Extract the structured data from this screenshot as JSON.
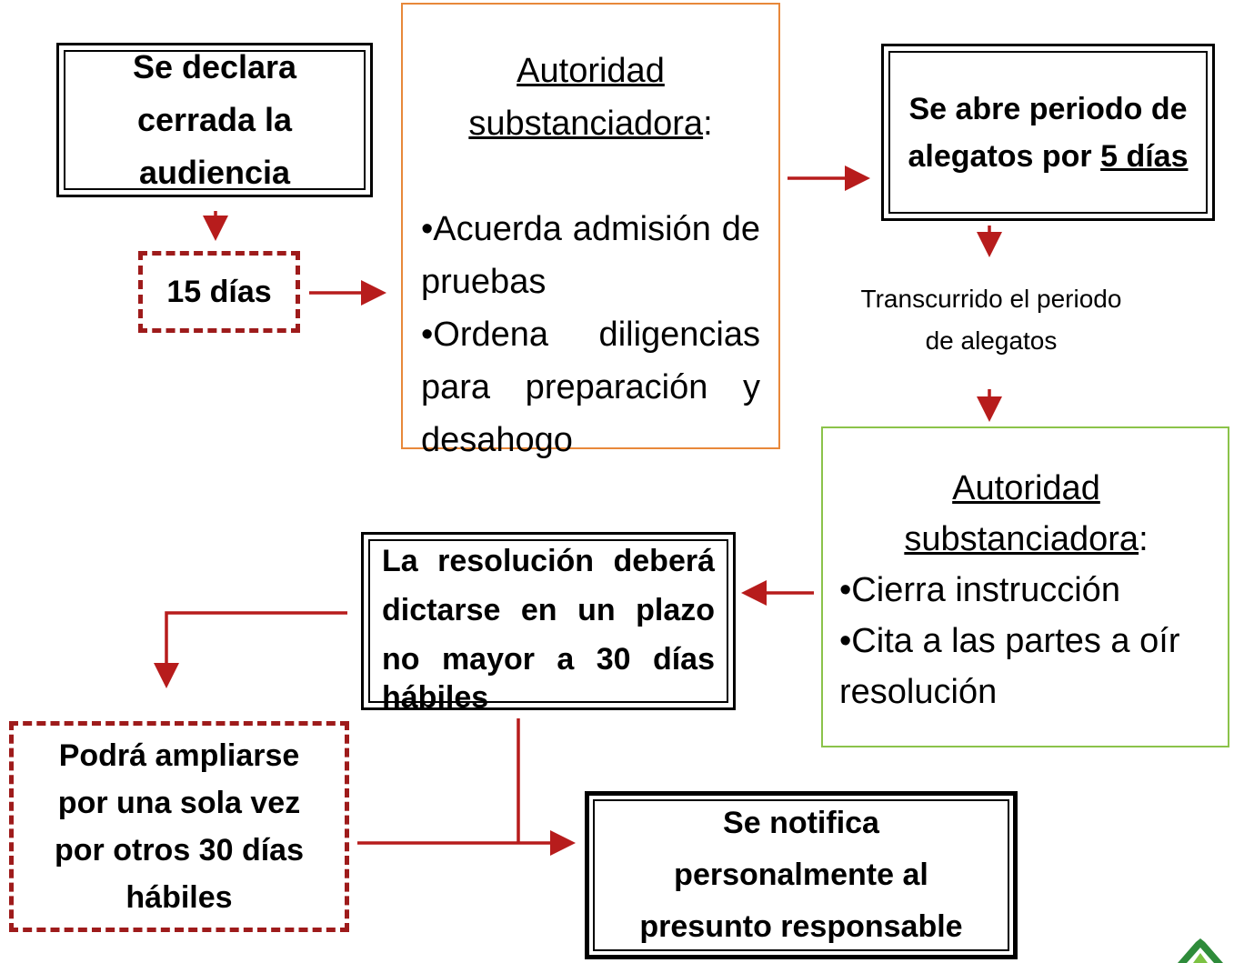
{
  "nodes": {
    "closed": "Se declara cerrada la audiencia",
    "days": "15 días",
    "auth1": {
      "heading": "Autoridad substanciadora",
      "colon": ":",
      "items": [
        "•Acuerda admisión de pruebas",
        "•Ordena diligencias para preparación y desahogo"
      ]
    },
    "alegatos": {
      "text": "Se abre periodo de alegatos por ",
      "highlight": "5 días"
    },
    "transcurrido": "Transcurrido el periodo de alegatos",
    "auth2": {
      "heading": "Autoridad substanciadora",
      "colon": ":",
      "items": [
        "•Cierra instrucción",
        "•Cita a las partes a oír resolución"
      ]
    },
    "resolucion": {
      "lines": [
        "La resolución deberá",
        "dictarse en un plazo",
        "no mayor a 30 días",
        "hábiles"
      ]
    },
    "ampliar": "Podrá ampliarse por una sola vez por otros 30 días hábiles",
    "notifica": "Se notifica personalmente al presunto responsable"
  },
  "colors": {
    "arrow": "#b71c1c",
    "dash_border": "#9e1b1b",
    "orange_border": "#e8883a",
    "green_border": "#8bc34a"
  },
  "logo_icon": "green-leaf-logo"
}
